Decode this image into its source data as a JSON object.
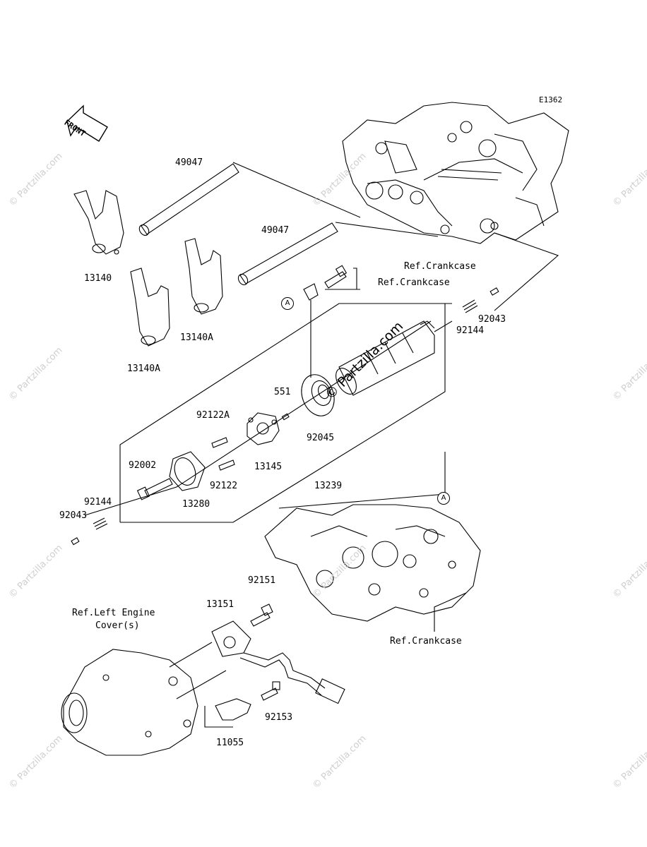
{
  "diagram_code": "E1362",
  "front_label": "FRONT",
  "marker_a": "A",
  "watermark": "© Partzilla.com",
  "parts": {
    "p49047_a": "49047",
    "p49047_b": "49047",
    "p13140": "13140",
    "p13140A_a": "13140A",
    "p13140A_b": "13140A",
    "ref_crankcase_top": "Ref.Crankcase",
    "ref_crankcase_mid": "Ref.Crankcase",
    "p92043_a": "92043",
    "p92144_a": "92144",
    "p551": "551",
    "p92122A": "92122A",
    "p92002": "92002",
    "p13145": "13145",
    "p92045": "92045",
    "p92122": "92122",
    "p13280": "13280",
    "p13239": "13239",
    "p92144_b": "92144",
    "p92043_b": "92043",
    "p92151": "92151",
    "p13151": "13151",
    "ref_left_cover_1": "Ref.Left Engine",
    "ref_left_cover_2": "Cover(s)",
    "ref_crankcase_bottom": "Ref.Crankcase",
    "p92153": "92153",
    "p11055": "11055"
  }
}
